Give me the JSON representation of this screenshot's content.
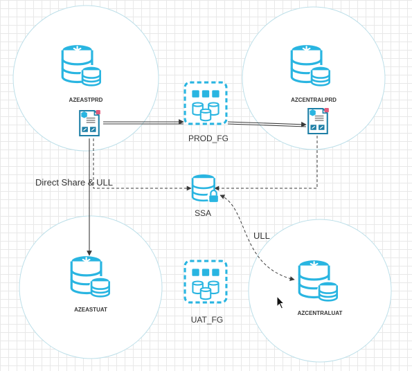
{
  "nodes": {
    "azeastprd": "AZEASTPRD",
    "azcentralprd": "AZCENTRALPRD",
    "azeastuat": "AZEASTUAT",
    "azcentraluat": "AZCENTRALUAT"
  },
  "failover_groups": {
    "prod": "PROD_FG",
    "uat": "UAT_FG"
  },
  "storage": {
    "ssa": "SSA"
  },
  "edge_labels": {
    "direct_share": "Direct Share & ULL",
    "ull": "ULL"
  },
  "icons": {
    "database": "snowflake-database-icon",
    "failover_group": "failover-group-icon",
    "account_doc": "account-document-icon",
    "secure_storage": "secure-database-lock-icon"
  },
  "colors": {
    "accent": "#29b5e1",
    "region_stroke": "#bcdfe9",
    "edge": "#3a3a3a",
    "badge": "#e05a7a"
  }
}
